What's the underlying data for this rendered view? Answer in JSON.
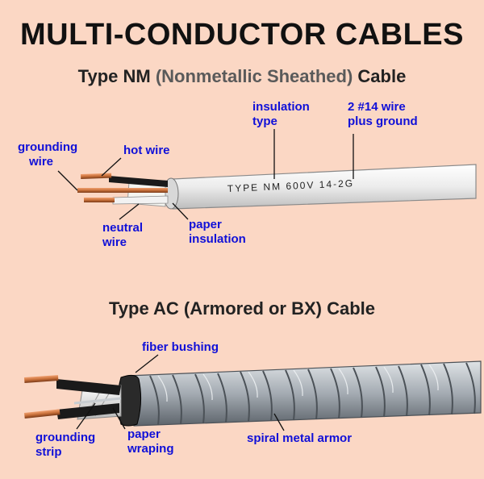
{
  "title": "MULTI-CONDUCTOR CABLES",
  "nm_section": {
    "title_prefix": "Type NM ",
    "title_paren": "(Nonmetallic Sheathed)",
    "title_suffix": " Cable",
    "cable_print": "TYPE NM  600V  14-2G",
    "labels": {
      "insulation_type": [
        "insulation",
        "type"
      ],
      "wire_spec": [
        "2  #14 wire",
        "plus ground"
      ],
      "grounding_wire": [
        "grounding",
        "wire"
      ],
      "hot_wire": [
        "hot wire"
      ],
      "neutral_wire": [
        "neutral",
        "wire"
      ],
      "paper_insulation": [
        "paper",
        "insulation"
      ]
    }
  },
  "ac_section": {
    "title": "Type AC (Armored or BX) Cable",
    "labels": {
      "fiber_bushing": [
        "fiber bushing"
      ],
      "grounding_strip": [
        "grounding",
        "strip"
      ],
      "paper_wraping": [
        "paper",
        "wraping"
      ],
      "spiral_metal_armor": [
        "spiral metal armor"
      ]
    }
  },
  "colors": {
    "background": "#fbd7c4",
    "label_blue": "#1010d8",
    "copper": "#c8703a",
    "sheath": "#e8e8e8",
    "armor": "#9aa0a6"
  }
}
